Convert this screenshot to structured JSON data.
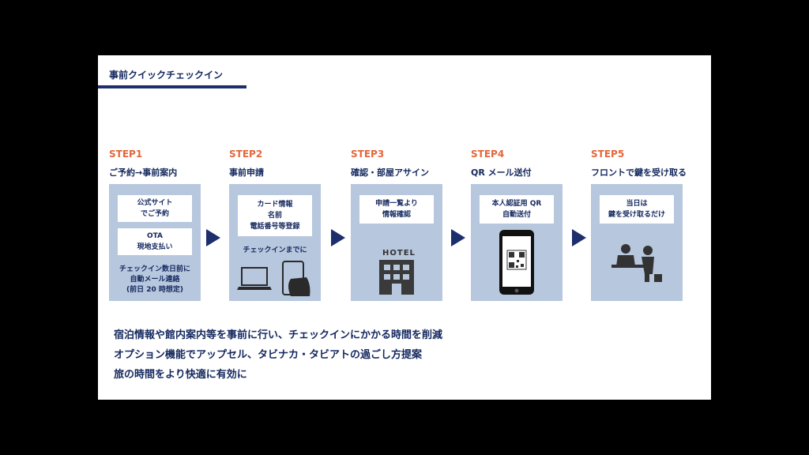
{
  "title": "事前クイックチェックイン",
  "steps": [
    {
      "label": "STEP1",
      "subtitle": "ご予約→事前案内",
      "boxes": [
        [
          "公式サイト",
          "でご予約"
        ],
        [
          "OTA",
          "現地支払い"
        ]
      ],
      "note": [
        "チェックイン数日前に",
        "自動メール連絡",
        "(前日 20 時想定)"
      ]
    },
    {
      "label": "STEP2",
      "subtitle": "事前申請",
      "boxes": [
        [
          "カード情報",
          "名前",
          "電話番号等登録"
        ]
      ],
      "note": [
        "チェックインまでに"
      ]
    },
    {
      "label": "STEP3",
      "subtitle": "確認・部屋アサイン",
      "boxes": [
        [
          "申請一覧より",
          "情報確認"
        ]
      ],
      "hotel_sign": "HOTEL"
    },
    {
      "label": "STEP4",
      "subtitle": "QR メール送付",
      "boxes": [
        [
          "本人認証用 QR",
          "自動送付"
        ]
      ]
    },
    {
      "label": "STEP5",
      "subtitle": "フロントで鍵を受け取る",
      "boxes": [
        [
          "当日は",
          "鍵を受け取るだけ"
        ]
      ]
    }
  ],
  "bullets": [
    "宿泊情報や館内案内等を事前に行い、チェックインにかかる時間を削減",
    "オプション機能でアップセル、タビナカ・タビアトの過ごし方提案",
    "旅の時間をより快適に有効に"
  ]
}
